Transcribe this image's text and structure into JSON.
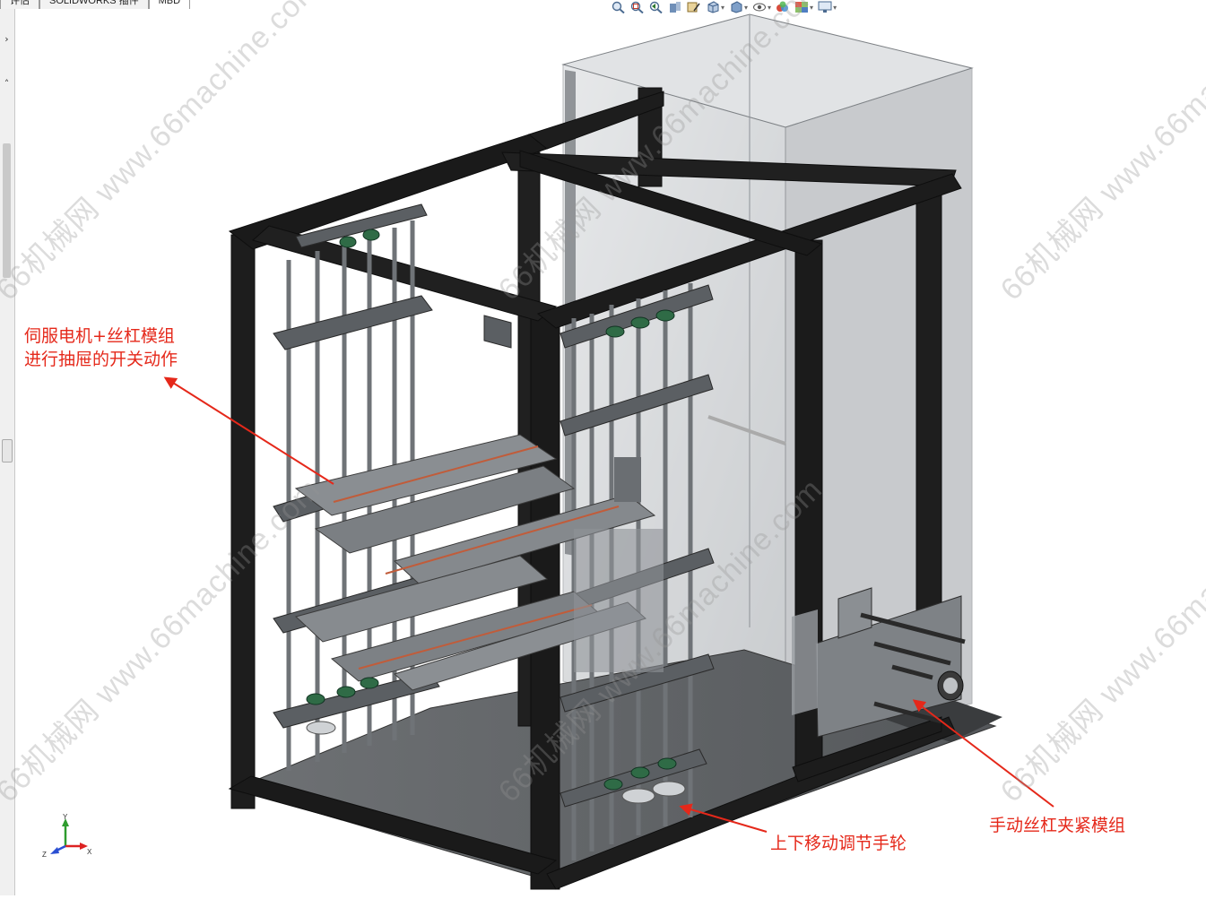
{
  "tabs": [
    {
      "label": "评估",
      "active": false
    },
    {
      "label": "SOLIDWORKS 插件",
      "active": false
    },
    {
      "label": "MBD",
      "active": true
    }
  ],
  "left_panel": {
    "expand_glyph": "›",
    "up_glyph": "˄"
  },
  "view_toolbar": {
    "icons": [
      "zoom-to-fit-icon",
      "zoom-to-area-icon",
      "previous-view-icon",
      "section-view-icon",
      "dynamic-annotation-icon",
      "view-orientation-icon",
      "display-style-icon",
      "hide-show-items-icon",
      "edit-appearance-icon",
      "apply-scene-icon",
      "view-settings-icon"
    ]
  },
  "annotations": {
    "servo_module": {
      "line1": "伺服电机+丝杠模组",
      "line2": "进行抽屉的开关动作"
    },
    "handwheel": "上下移动调节手轮",
    "clamp_module": "手动丝杠夹紧模组"
  },
  "watermark": {
    "text": "66机械网 www.66machine.com"
  },
  "triad": {
    "x": "X",
    "y": "Y",
    "z": "Z"
  },
  "colors": {
    "annotation": "#e5281a",
    "frame": "#1a1a1a",
    "glass": "#8e9398",
    "watermark": "#969696"
  }
}
